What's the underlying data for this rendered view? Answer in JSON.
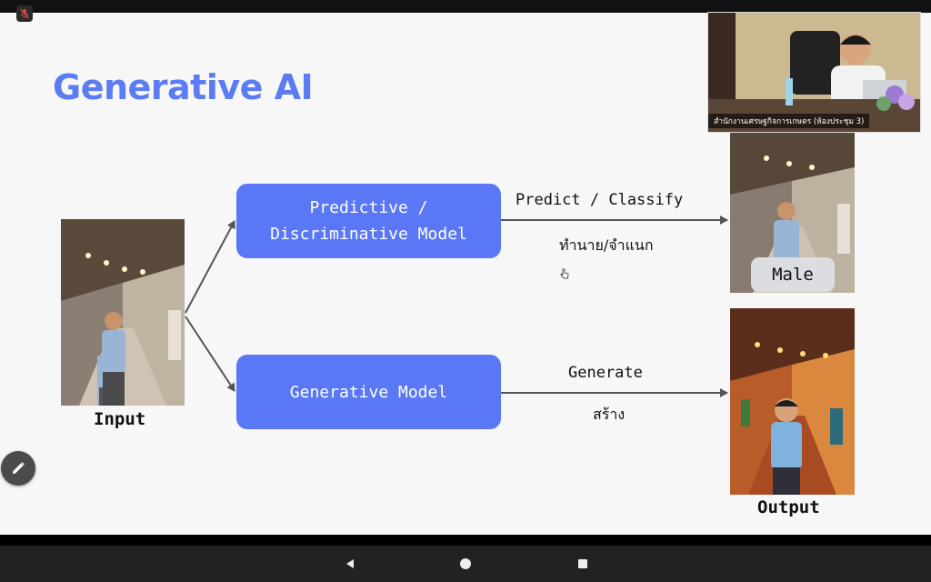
{
  "slide": {
    "title": "Generative AI",
    "predictive_model_line1": "Predictive /",
    "predictive_model_line2": "Discriminative Model",
    "generative_model": "Generative Model",
    "predict_label": "Predict / Classify",
    "predict_label_thai": "ทำนาย/จำแนก",
    "generate_label": "Generate",
    "generate_label_thai": "สร้าง",
    "input_caption": "Input",
    "output_caption": "Output",
    "male_badge": "Male"
  },
  "webcam": {
    "room_label": "สำนักงานเศรษฐกิจการเกษตร (ห้องประชุม 3)"
  },
  "icons": {
    "mute": "microphone-muted-icon",
    "edit": "pencil-icon",
    "back": "back-triangle-icon",
    "home": "home-circle-icon",
    "recents": "recents-square-icon"
  },
  "colors": {
    "accent": "#5a78f5",
    "title": "#5b7cf2",
    "slide_bg": "#f7f7f8"
  }
}
